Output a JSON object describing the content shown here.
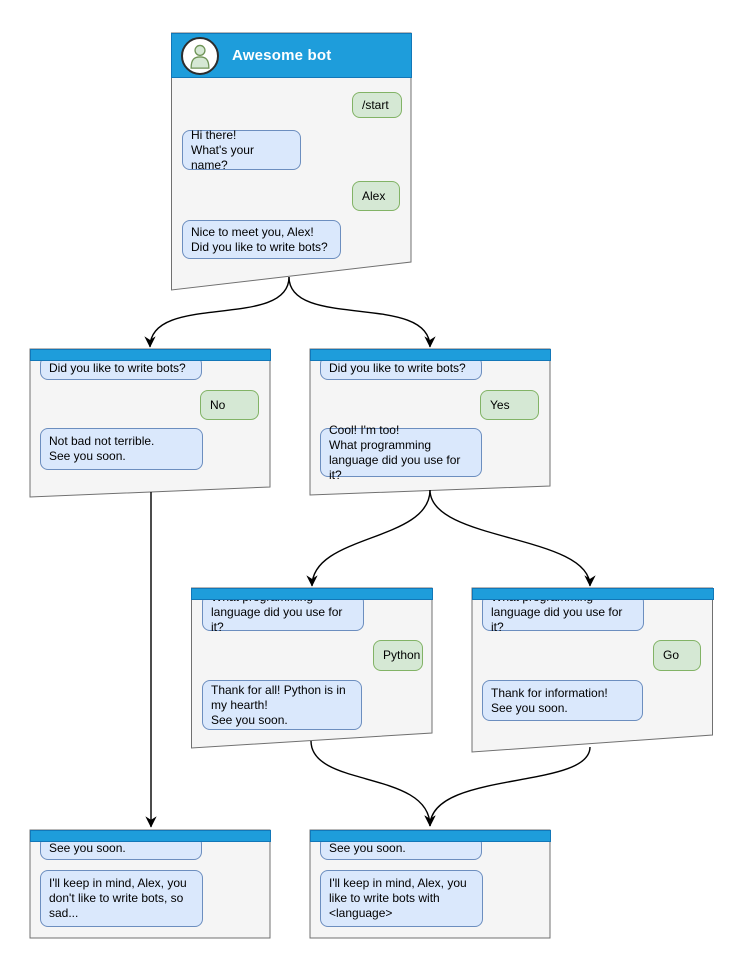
{
  "colors": {
    "header_blue": "#1E9DDB",
    "header_border": "#1277B8",
    "window_fill": "#F5F5F5",
    "window_border": "#707070",
    "bot_bubble_fill": "#DAE8FC",
    "bot_bubble_border": "#6C8EBF",
    "user_bubble_fill": "#D5E8D4",
    "user_bubble_border": "#82B366",
    "arrow": "#000000"
  },
  "windows": {
    "main": {
      "title": "Awesome bot",
      "avatar_icon": "person-icon",
      "messages": [
        {
          "from": "user",
          "text": "/start"
        },
        {
          "from": "bot",
          "text": "Hi there!\nWhat's your name?"
        },
        {
          "from": "user",
          "text": "Alex"
        },
        {
          "from": "bot",
          "text": "Nice to meet you, Alex!\nDid you like to write bots?"
        }
      ]
    },
    "branch_no": {
      "messages": [
        {
          "from": "bot",
          "text": "Did you like to write bots?"
        },
        {
          "from": "user",
          "text": "No"
        },
        {
          "from": "bot",
          "text": "Not bad not terrible.\nSee you soon."
        }
      ]
    },
    "branch_yes": {
      "messages": [
        {
          "from": "bot",
          "text": "Did you like to write bots?"
        },
        {
          "from": "user",
          "text": "Yes"
        },
        {
          "from": "bot",
          "text": "Cool! I'm too!\nWhat programming\nlanguage did you use for it?"
        }
      ]
    },
    "python": {
      "messages": [
        {
          "from": "bot",
          "text": "What programming\nlanguage did you use for it?"
        },
        {
          "from": "user",
          "text": "Python"
        },
        {
          "from": "bot",
          "text": "Thank for all! Python is in\nmy hearth!\nSee you soon."
        }
      ]
    },
    "go": {
      "messages": [
        {
          "from": "bot",
          "text": "What programming\nlanguage did you use for it?"
        },
        {
          "from": "user",
          "text": "Go"
        },
        {
          "from": "bot",
          "text": "Thank for information!\nSee you soon."
        }
      ]
    },
    "end_no": {
      "messages": [
        {
          "from": "bot",
          "text": "See you soon."
        },
        {
          "from": "bot",
          "text": "I'll keep in mind, Alex, you\ndon't like to write bots, so\nsad..."
        }
      ]
    },
    "end_yes": {
      "messages": [
        {
          "from": "bot",
          "text": "See you soon."
        },
        {
          "from": "bot",
          "text": "I'll keep in mind, Alex, you\nlike to write bots with\n<language>"
        }
      ]
    }
  }
}
